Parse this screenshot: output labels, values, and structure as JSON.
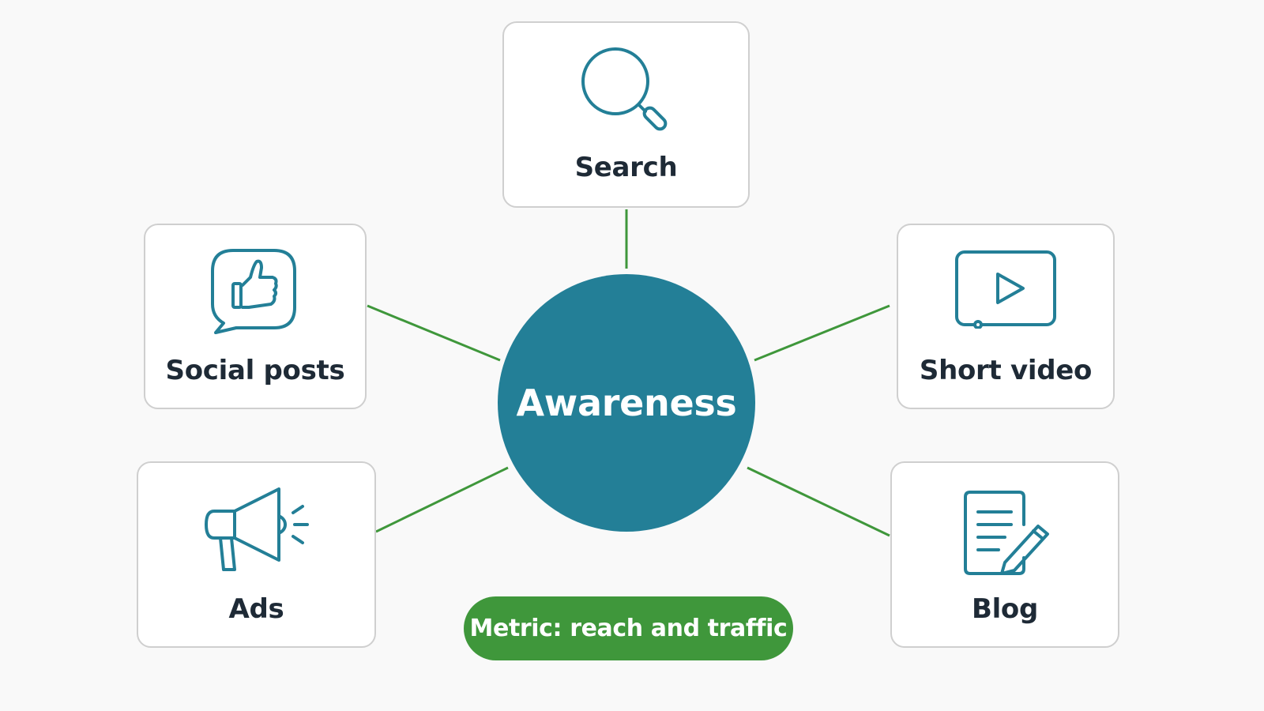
{
  "colors": {
    "hub": "#237f97",
    "icon_stroke": "#237f97",
    "connector": "#3f973b",
    "metric_pill": "#3f973b",
    "card_border": "#cfcfcf",
    "label_text": "#1e2a36"
  },
  "hub": {
    "label": "Awareness"
  },
  "channels": [
    {
      "label": "Search",
      "icon": "search-icon"
    },
    {
      "label": "Social posts",
      "icon": "thumbs-up-chat-icon"
    },
    {
      "label": "Short video",
      "icon": "video-play-icon"
    },
    {
      "label": "Ads",
      "icon": "megaphone-icon"
    },
    {
      "label": "Blog",
      "icon": "document-edit-icon"
    }
  ],
  "metric": {
    "label": "Metric: reach and traffic"
  }
}
